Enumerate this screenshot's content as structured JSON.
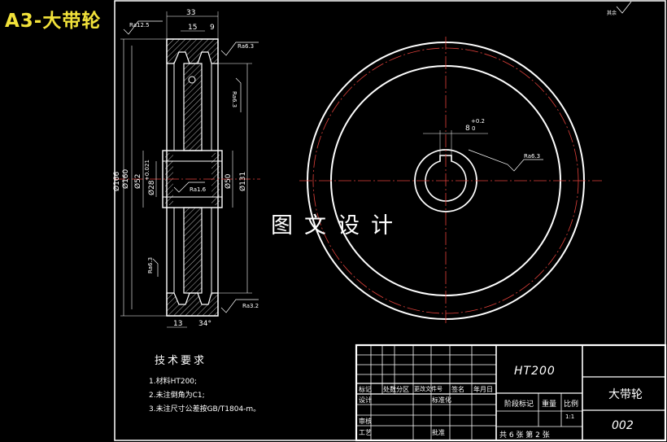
{
  "header": {
    "title": "A3-大带轮",
    "corner_mark": "其余"
  },
  "watermark": "图文设计",
  "side_view": {
    "dims": {
      "overall_width": "33",
      "groove_pitch": "15",
      "groove_edge": "9",
      "bottom_width": "13",
      "groove_angle": "34°",
      "d166": "Ø166",
      "d160": "Ø160",
      "d52": "Ø52",
      "d28": "Ø28",
      "tol28": "+0.021",
      "tol28_low": "0",
      "d50": "Ø50",
      "d131": "Ø131"
    },
    "roughness": {
      "r1": "Ra12.5",
      "r2": "Ra6.3",
      "r3": "Ra6.3",
      "r4": "Ra1.6",
      "r5": "Ra6.3",
      "r6": "Ra3.2"
    }
  },
  "front_view": {
    "keyway_width": "8",
    "keyway_tol_up": "+0.2",
    "keyway_tol_low": "0",
    "roughness": "Ra6.3"
  },
  "tech_requirements": {
    "title": "技术要求",
    "items": [
      "1.材料HT200;",
      "2.未注倒角为C1;",
      "3.未注尺寸公差按GB/T1804-m。"
    ]
  },
  "title_block": {
    "material": "HT200",
    "part_name": "大带轮",
    "drawing_no": "002",
    "labels": {
      "mark": "标记",
      "count": "处数",
      "zone": "分区",
      "change_doc": "更改文件号",
      "sign": "签名",
      "date": "年月日",
      "design": "设计",
      "standard": "标准化",
      "stage_mark": "阶段标记",
      "weight": "重量",
      "scale": "比例",
      "review": "审核",
      "process": "工艺",
      "approve": "批准",
      "sheets": "共 6 张 第 2 张",
      "scale_value": "1:1"
    }
  }
}
